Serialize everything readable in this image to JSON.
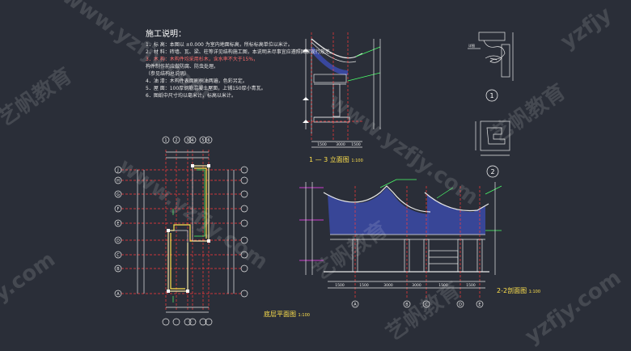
{
  "notes": {
    "title": "施工说明：",
    "lines": [
      "1．标  高：本图以 ±0.000 为室内地面标高，所标标高单位以米计。",
      "2．材  料：砖墙、瓦、梁、柱等详见结构施工图，本说明未尽事宜应遵照国家现行规范。",
      "3．木  构：木构件均采用杉木，含水率不大于15%，",
      "   构件制作前应做防腐、防虫处理。",
      "   （参见结构总说明）",
      "4．油  漆：木构件表面刷桐油两遍，色彩另定。",
      "5．屋  面：100厚钢筋混凝土屋面，上铺150厚小青瓦。",
      "6．图纸中尺寸均以毫米计，标高以米计。"
    ],
    "highlight_lines": [
      2
    ]
  },
  "captions": {
    "elevation": "1 — 3 立面图",
    "elevation_scale": "1:100",
    "plan": "底层平面图",
    "plan_scale": "1:100",
    "section": "2-2剖面图",
    "section_scale": "1:100"
  },
  "details": {
    "detail1_marker": "1",
    "detail2_marker": "2",
    "detail1_label": "详图"
  },
  "plan_axes": {
    "rows": [
      "J",
      "H",
      "G",
      "F",
      "E",
      "D",
      "C",
      "B",
      "A"
    ],
    "cols": [
      "1",
      "2",
      "3",
      "4",
      "5",
      "6"
    ]
  },
  "section_axes": [
    "A",
    "B",
    "C",
    "D",
    "E"
  ],
  "section_dims": [
    "1500",
    "1500",
    "3000",
    "3000",
    "1500",
    "1500"
  ],
  "elevation_dims": [
    "1500",
    "3000",
    "1500"
  ],
  "watermarks": [
    "www.yzfjy.com",
    "艺帆教育",
    "www.yzfjy.com",
    "艺帆教育",
    "www.yzfjy.com",
    "yzfjy",
    "艺帆教育",
    "jy.com",
    "艺帆教育",
    "yzfjy.com"
  ],
  "colors": {
    "background": "#2a2e38",
    "line_white": "#e8e8e8",
    "line_red": "#ff3b3b",
    "line_yellow": "#ffe14d",
    "line_green": "#4cff6a",
    "line_cyan": "#55e6ff",
    "line_magenta": "#ff44ff",
    "roof_blue": "#3b4aa8"
  }
}
